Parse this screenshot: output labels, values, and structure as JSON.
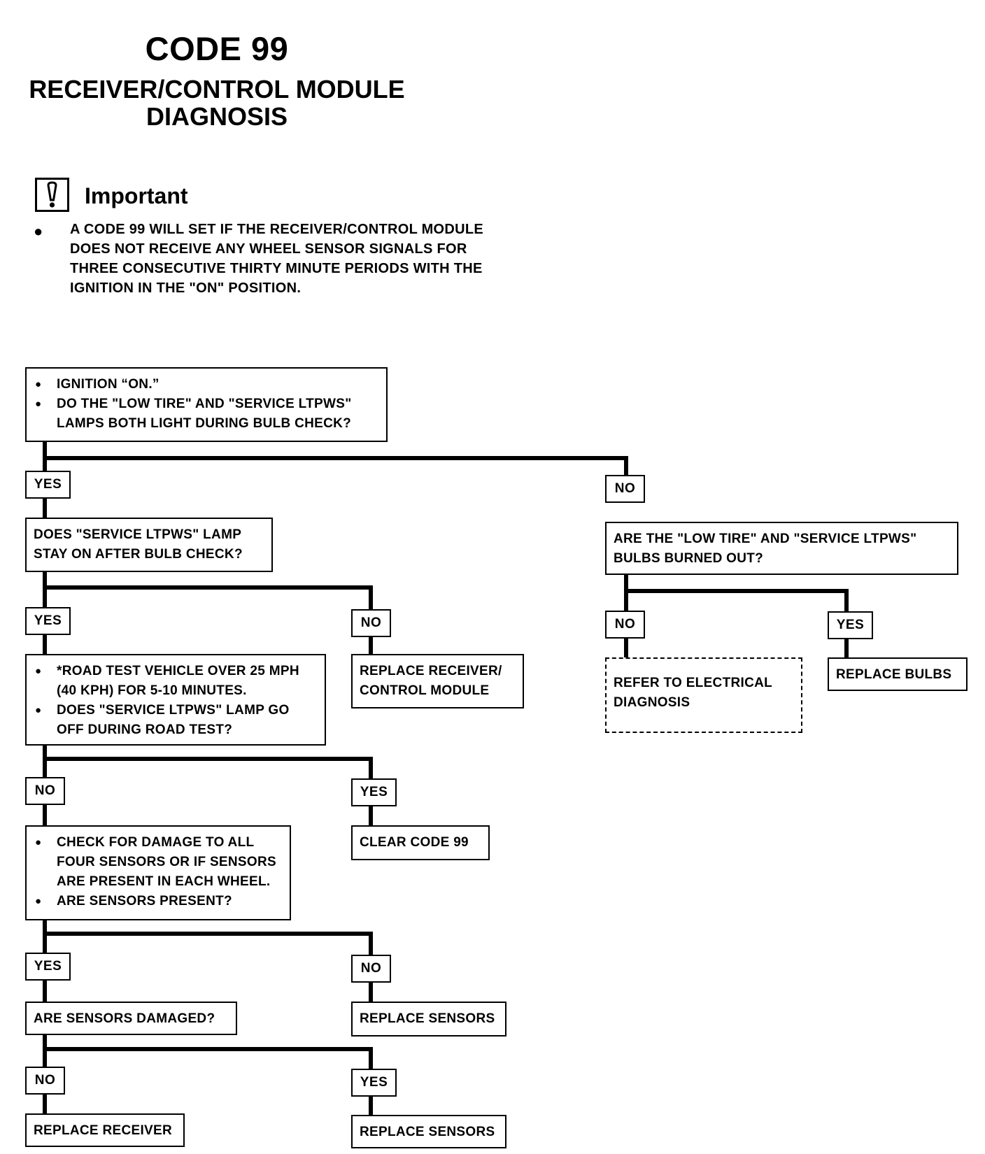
{
  "header": {
    "code": "CODE 99",
    "title_line1": "RECEIVER/CONTROL MODULE",
    "title_line2": "DIAGNOSIS"
  },
  "important": {
    "icon": "important-notice-icon",
    "heading": "Important",
    "text": "A CODE 99 WILL SET IF THE RECEIVER/CONTROL MODULE DOES NOT RECEIVE ANY WHEEL SENSOR SIGNALS FOR THREE CONSECUTIVE THIRTY MINUTE PERIODS WITH THE IGNITION IN THE \"ON\" POSITION."
  },
  "steps": {
    "s1": [
      "IGNITION “ON.”",
      "DO THE \"LOW TIRE\" AND \"SERVICE LTPWS\" LAMPS BOTH LIGHT DURING BULB CHECK?"
    ],
    "s2": "DOES \"SERVICE LTPWS\" LAMP STAY ON AFTER BULB CHECK?",
    "s3": [
      "*ROAD TEST VEHICLE OVER 25 MPH (40 KPH) FOR 5-10 MINUTES.",
      "DOES \"SERVICE LTPWS\" LAMP GO OFF DURING ROAD TEST?"
    ],
    "s4": [
      "CHECK FOR DAMAGE TO ALL FOUR SENSORS OR IF SENSORS ARE PRESENT IN EACH WHEEL.",
      "ARE SENSORS PRESENT?"
    ],
    "s5": "ARE SENSORS DAMAGED?",
    "s6": "ARE THE \"LOW TIRE\" AND \"SERVICE LTPWS\" BULBS BURNED OUT?"
  },
  "results": {
    "replace_receiver_module": "REPLACE RECEIVER/ CONTROL MODULE",
    "clear_code": "CLEAR CODE 99",
    "replace_sensors_1": "REPLACE SENSORS",
    "replace_receiver": "REPLACE RECEIVER",
    "replace_sensors_2": "REPLACE SENSORS",
    "refer_electrical": "REFER TO ELECTRICAL DIAGNOSIS",
    "replace_bulbs": "REPLACE BULBS"
  },
  "labels": {
    "yes": "YES",
    "no": "NO"
  }
}
